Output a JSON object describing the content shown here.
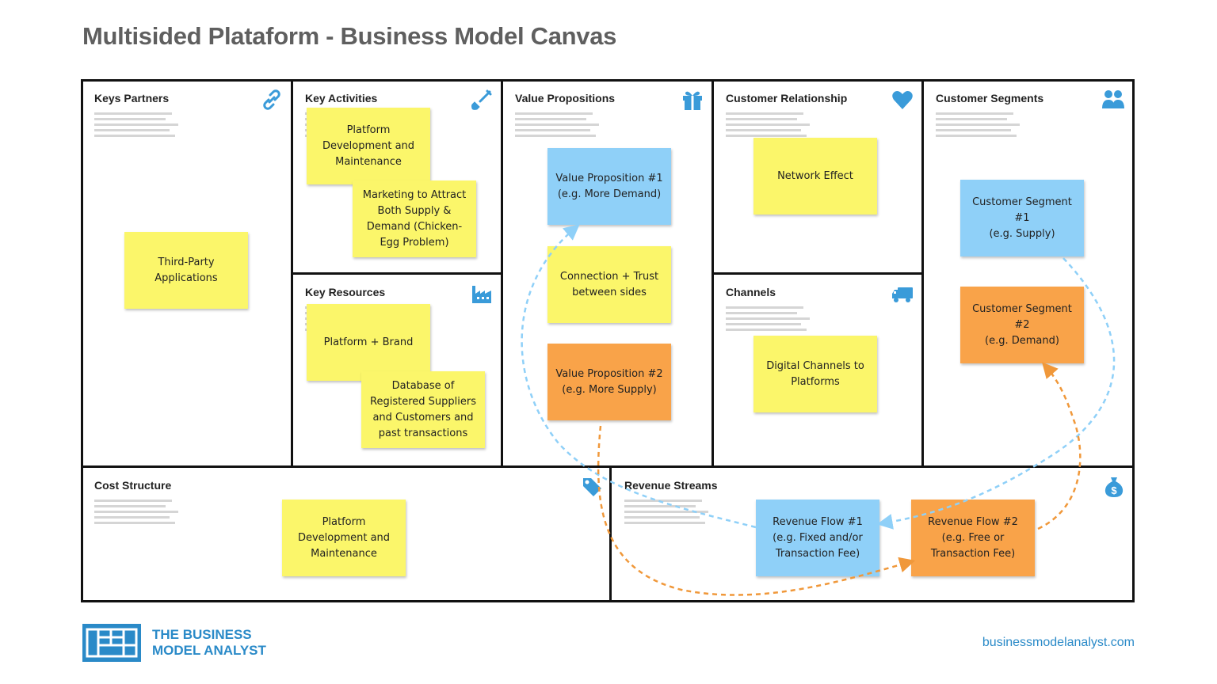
{
  "title": "Multisided Plataform - Business Model Canvas",
  "colors": {
    "yellow": "#fbf66a",
    "blue": "#8fd0f8",
    "orange": "#f9a349",
    "accent": "#2a8ac8"
  },
  "sections": {
    "key_partners": {
      "title": "Keys Partners",
      "icon": "link-icon"
    },
    "key_activities": {
      "title": "Key Activities",
      "icon": "shovel-icon"
    },
    "key_resources": {
      "title": "Key Resources",
      "icon": "factory-icon"
    },
    "value_propositions": {
      "title": "Value Propositions",
      "icon": "gift-icon"
    },
    "customer_relationship": {
      "title": "Customer Relationship",
      "icon": "heart-icon"
    },
    "channels": {
      "title": "Channels",
      "icon": "truck-icon"
    },
    "customer_segments": {
      "title": "Customer Segments",
      "icon": "users-icon"
    },
    "cost_structure": {
      "title": "Cost Structure",
      "icon": "price-tag-icon"
    },
    "revenue_streams": {
      "title": "Revenue Streams",
      "icon": "money-bag-icon"
    }
  },
  "notes": {
    "third_party": "Third-Party Applications",
    "platform_dev": "Platform Development and Maintenance",
    "marketing": "Marketing to Attract Both Supply & Demand (Chicken-Egg Problem)",
    "platform_brand": "Platform + Brand",
    "database": "Database of Registered Suppliers and Customers and past transactions",
    "vp1": "Value Proposition #1\n(e.g. More Demand)",
    "connection": "Connection + Trust between sides",
    "vp2": "Value Proposition #2\n(e.g. More Supply)",
    "network": "Network Effect",
    "digital": "Digital Channels to Platforms",
    "cs1": "Customer Segment #1\n(e.g. Supply)",
    "cs2": "Customer Segment #2\n(e.g. Demand)",
    "cost_platform": "Platform Development and Maintenance",
    "rf1": "Revenue Flow #1\n(e.g. Fixed and/or Transaction Fee)",
    "rf2": "Revenue Flow #2\n(e.g. Free or Transaction Fee)"
  },
  "brand": {
    "line1": "THE BUSINESS",
    "line2": "MODEL ANALYST"
  },
  "website": "businessmodelanalyst.com"
}
